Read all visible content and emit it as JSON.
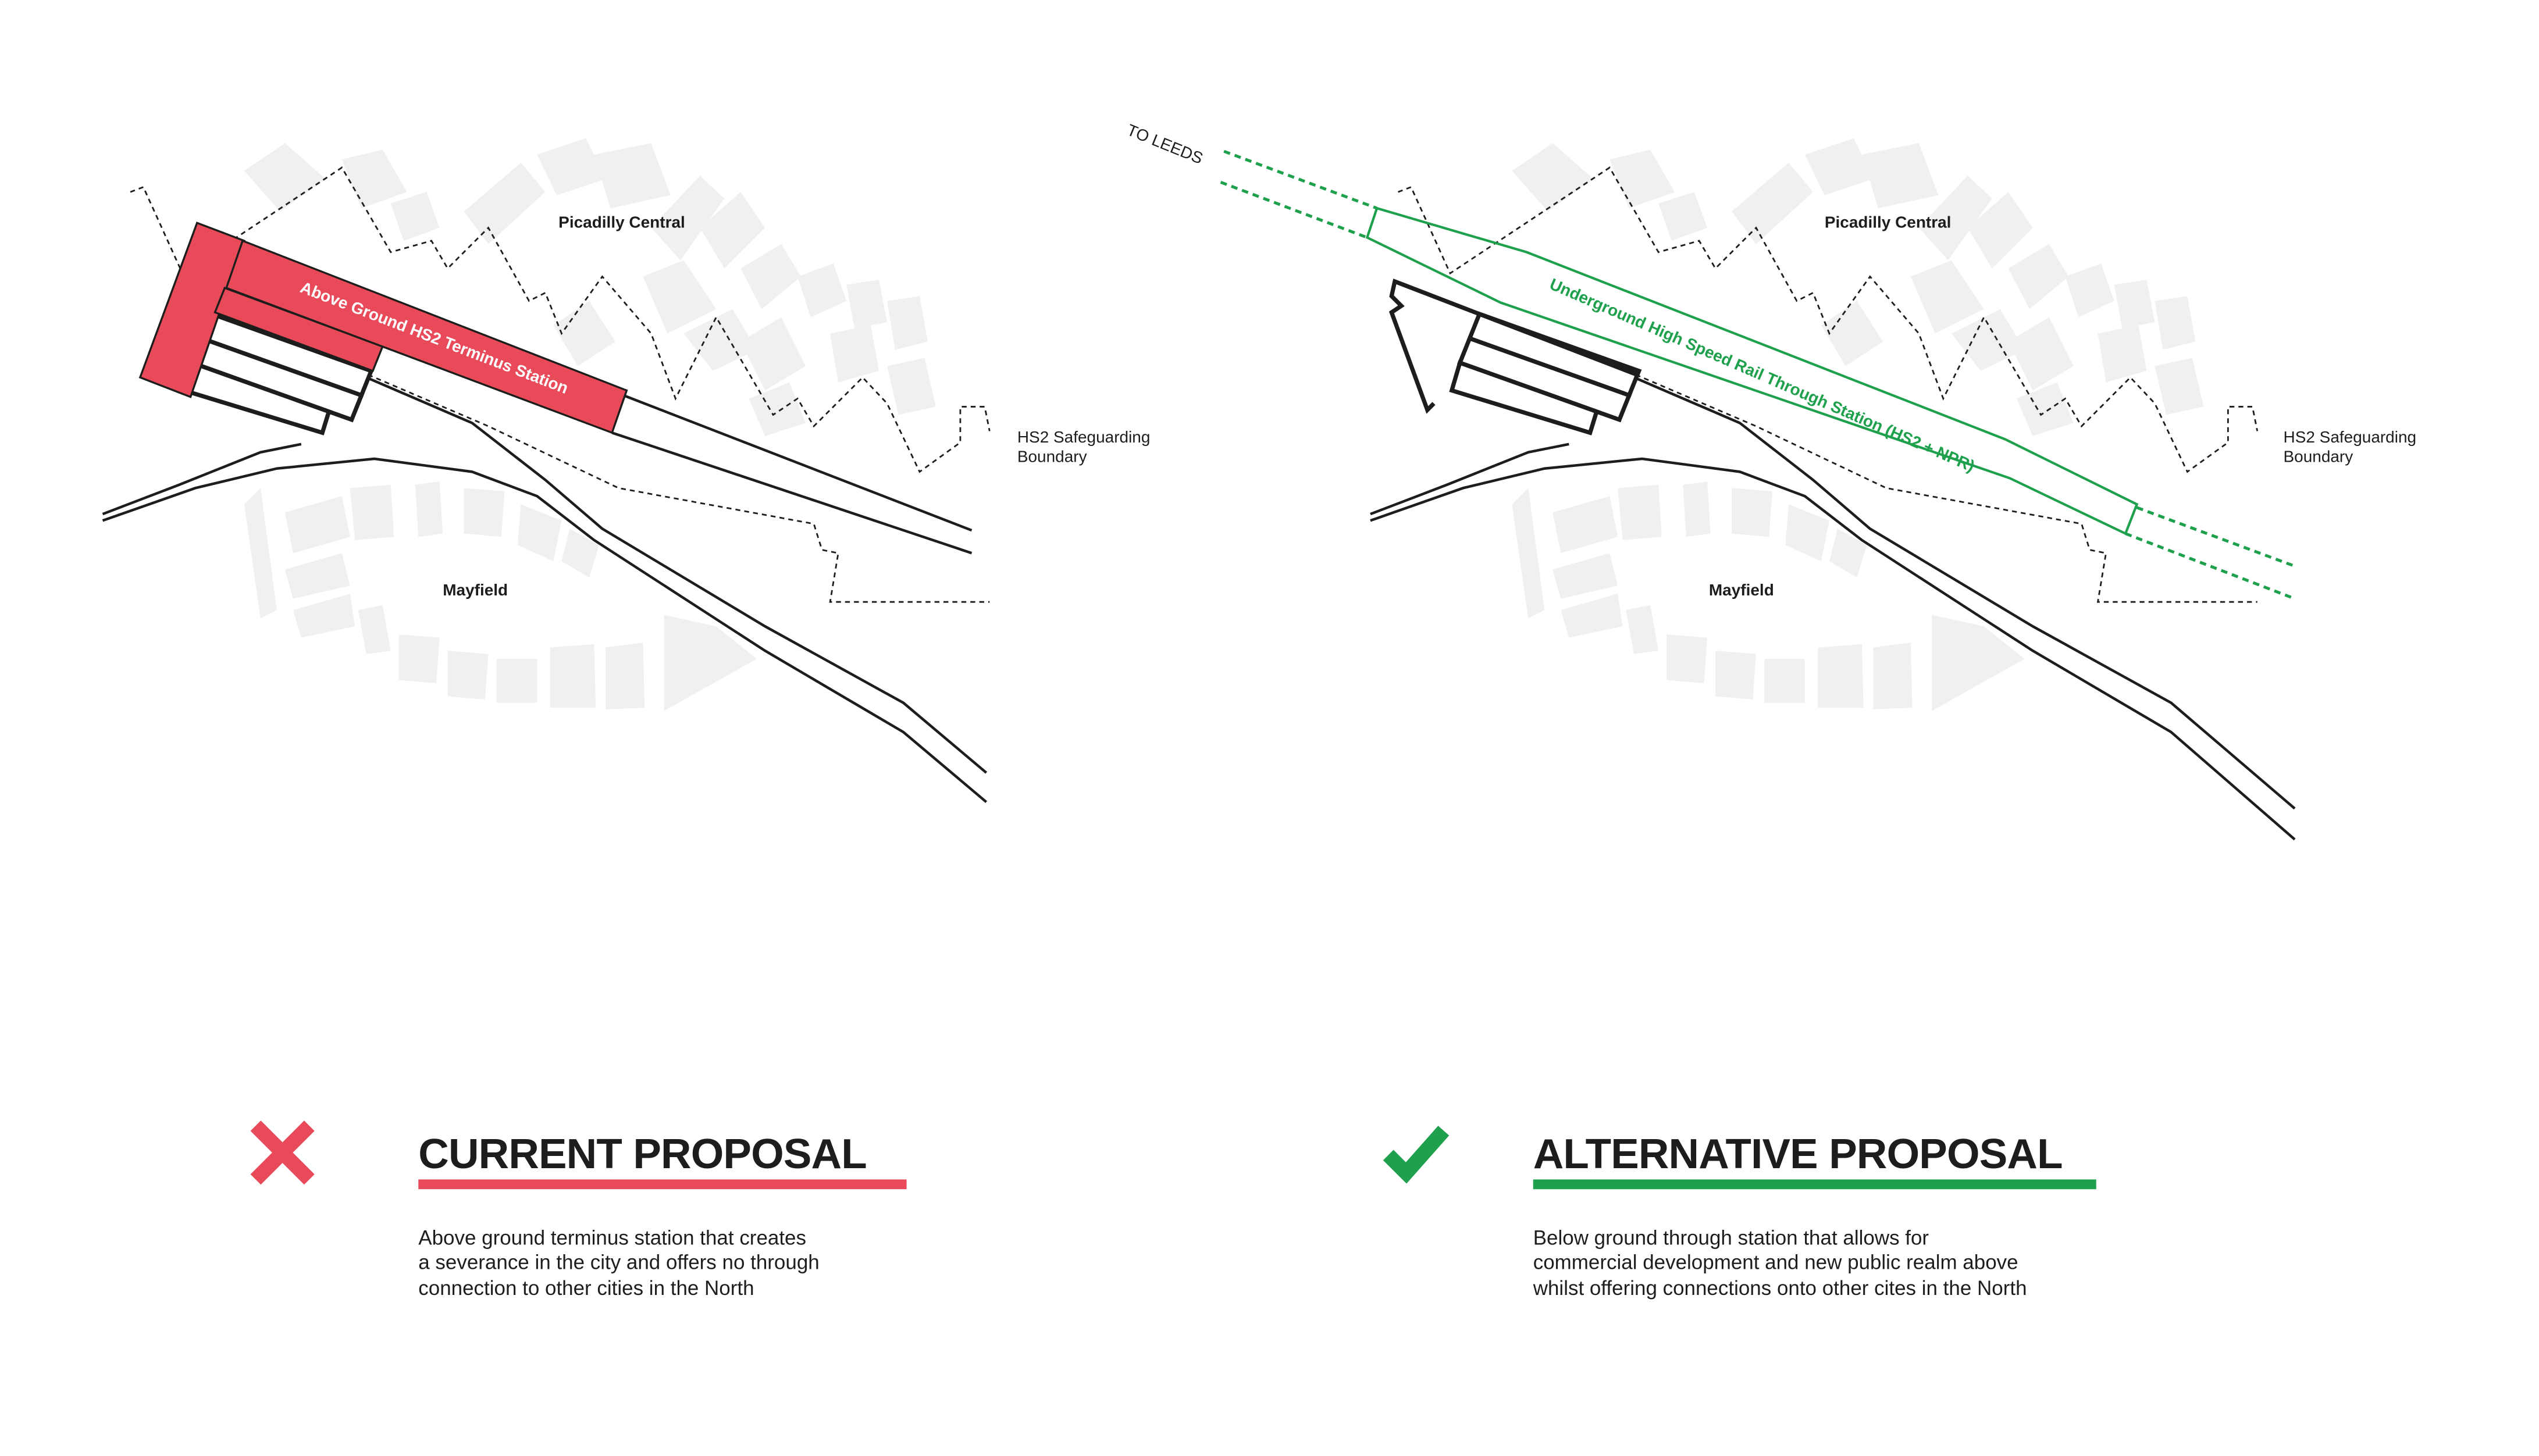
{
  "colors": {
    "current": "#e84a5a",
    "alternative": "#1ea04c",
    "ink": "#1d1d1b",
    "buildings": "#f1f0f0"
  },
  "left_map": {
    "district_north": "Picadilly Central",
    "district_south": "Mayfield",
    "boundary_label_line1": "HS2 Safeguarding",
    "boundary_label_line2": "Boundary",
    "station_label": "Above Ground HS2 Terminus Station"
  },
  "right_map": {
    "district_north": "Picadilly Central",
    "district_south": "Mayfield",
    "boundary_label_line1": "HS2 Safeguarding",
    "boundary_label_line2": "Boundary",
    "station_label": "Underground High Speed Rail Through Station (HS2 + NPR)",
    "direction_label": "TO LEEDS"
  },
  "current": {
    "icon": "cross-icon",
    "title": "CURRENT PROPOSAL",
    "lines": [
      "Above ground terminus station that creates",
      "a severance in the city and offers no through",
      "connection to other cities in the North"
    ]
  },
  "alternative": {
    "icon": "check-icon",
    "title": "ALTERNATIVE PROPOSAL",
    "lines": [
      "Below ground through station that allows for",
      "commercial development and new public realm above",
      "whilst offering connections onto other cites in the North"
    ]
  }
}
